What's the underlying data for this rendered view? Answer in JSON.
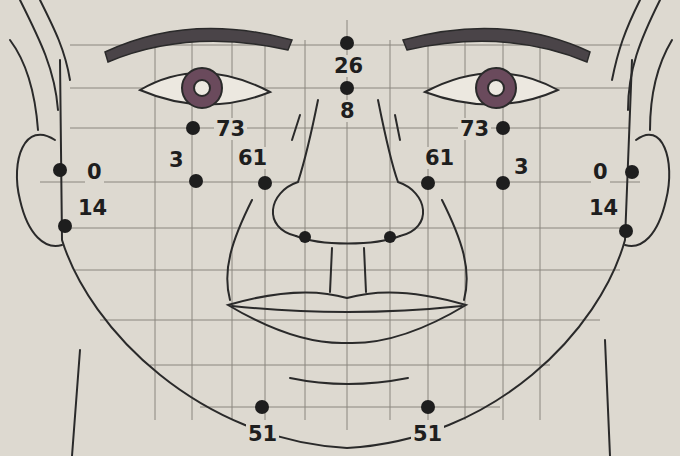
{
  "diagram": {
    "labels": [
      "26",
      "8",
      "73",
      "73",
      "0",
      "3",
      "61",
      "61",
      "3",
      "0",
      "14",
      "14",
      "51",
      "51"
    ]
  }
}
